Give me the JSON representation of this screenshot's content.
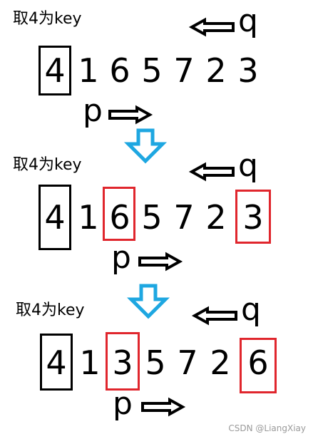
{
  "steps": [
    {
      "label": "取4为key",
      "digits": [
        "4",
        "1",
        "6",
        "5",
        "7",
        "2",
        "3"
      ],
      "pointer_p": "p",
      "pointer_q": "q",
      "boxed_black": 0,
      "boxed_red": []
    },
    {
      "label": "取4为key",
      "digits": [
        "4",
        "1",
        "6",
        "5",
        "7",
        "2",
        "3"
      ],
      "pointer_p": "p",
      "pointer_q": "q",
      "boxed_black": 0,
      "boxed_red": [
        2,
        6
      ]
    },
    {
      "label": "取4为key",
      "digits": [
        "4",
        "1",
        "3",
        "5",
        "7",
        "2",
        "6"
      ],
      "pointer_p": "p",
      "pointer_q": "q",
      "boxed_black": 0,
      "boxed_red": [
        2,
        6
      ]
    }
  ],
  "watermark": "CSDN @LiangXiay",
  "colors": {
    "ink": "#000000",
    "highlight": "#e0262d",
    "flow_arrow": "#1ea7e1"
  }
}
